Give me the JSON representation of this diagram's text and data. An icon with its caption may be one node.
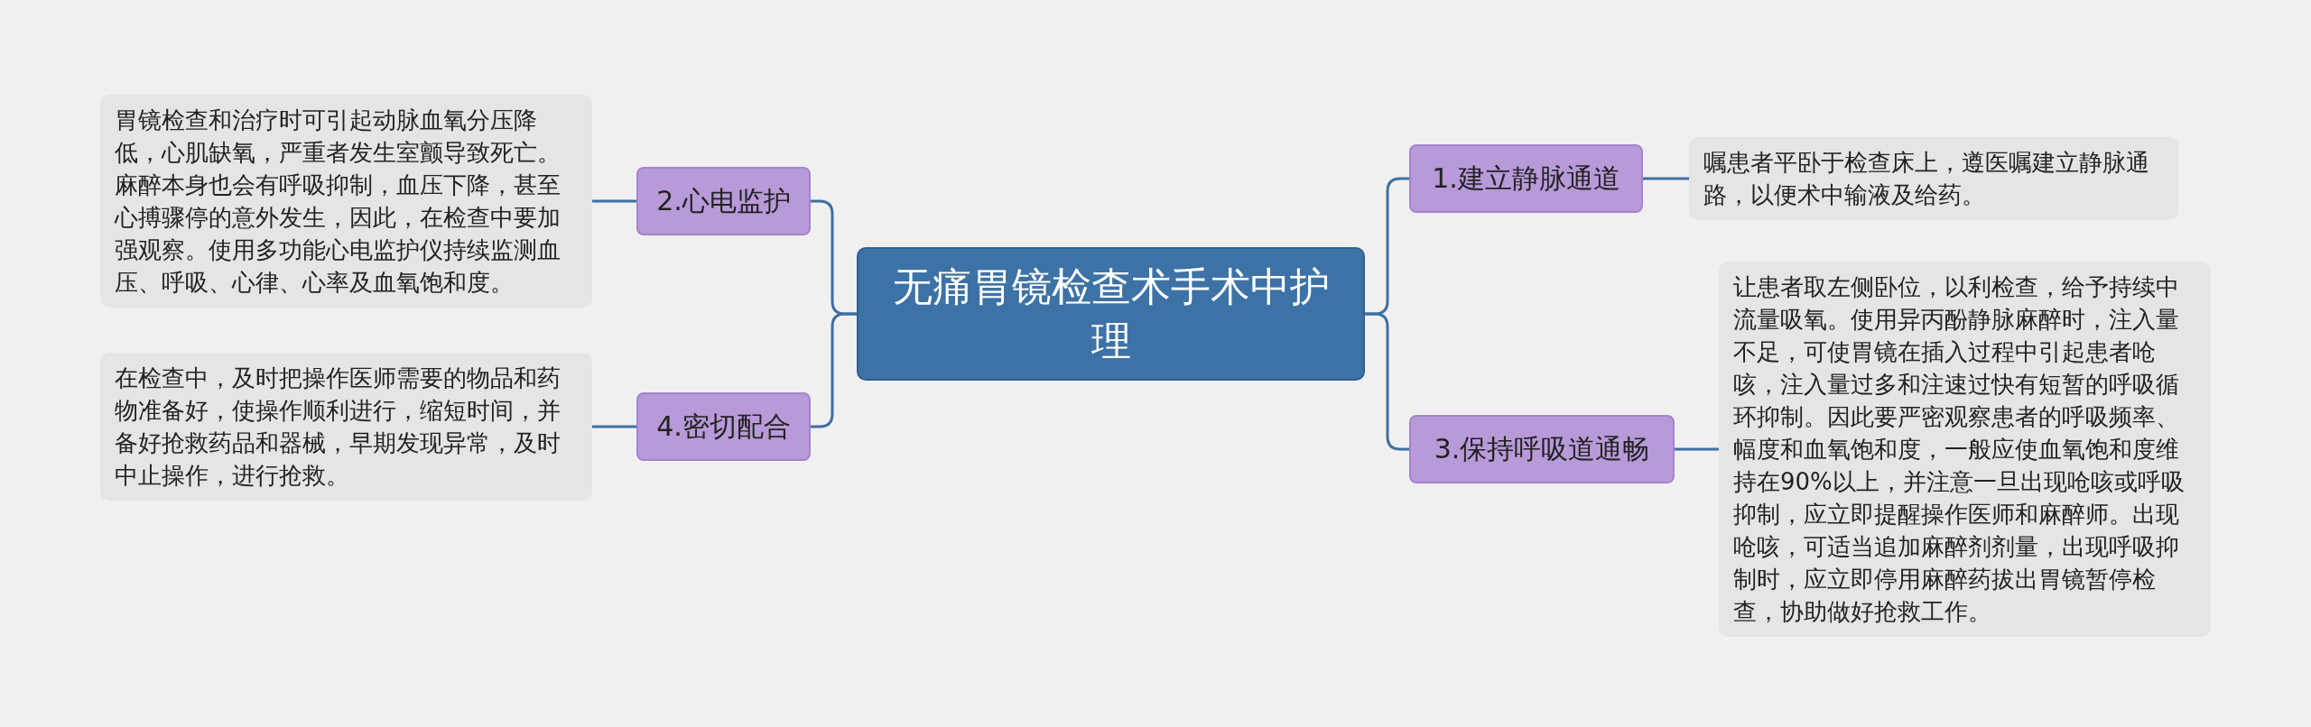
{
  "diagram": {
    "nodes": [
      {
        "text": [
          "无痛胃镜检查术手术中护理"
        ]
      },
      {
        "text": [
          "1.建立静脉通道"
        ]
      },
      {
        "text": [
          "嘱患者平卧于检查床上，遵医嘱建立静脉通路，以便术中输液及给药。"
        ]
      },
      {
        "text": [
          "2.心电监护"
        ]
      },
      {
        "text": [
          "胃镜检查和治疗时可引起动脉血氧分压降低，心肌缺氧，严重者发生室颤导致死亡。麻醉本身也会有呼吸抑制，血压下降，甚至心搏骤停的意外发生，因此，在检查中要加强观察。使用多功能心电监护仪持续监测血压、呼吸、心律、心率及血氧饱和度。"
        ]
      },
      {
        "text": [
          "3.保持呼吸道通畅"
        ]
      },
      {
        "text": [
          "让患者取左侧卧位，以利检查，给予持续中流量吸氧。使用异丙酚静脉麻醉时，注入量不足，可使胃镜在插入过程中引起患者呛咳，注入量过多和注速过快有短暂的呼吸循环抑制。因此要严密观察患者的呼吸频率、幅度和血氧饱和度，一般应使血氧饱和度维持在90%以上，并注意一旦出现呛咳或呼吸抑制，应立即提醒操作医师和麻醉师。出现呛咳，可适当追加麻醉剂剂量，出现呼吸抑制时，应立即停用麻醉药拔出胃镜暂停检查，协助做好抢救工作。"
        ]
      },
      {
        "text": [
          "4.密切配合"
        ]
      },
      {
        "text": [
          "在检查中，及时把操作医师需要的物品和药物准备好，使操作顺利进行，缩短时间，并备好抢救药品和器械，早期发现异常，及时中止操作，进行抢救。"
        ]
      }
    ],
    "edges": [
      {
        "from": 0,
        "to": 1,
        "arrow": "none"
      },
      {
        "from": 1,
        "to": 2,
        "arrow": "none"
      },
      {
        "from": 0,
        "to": 3,
        "arrow": "none"
      },
      {
        "from": 3,
        "to": 4,
        "arrow": "none"
      },
      {
        "from": 0,
        "to": 5,
        "arrow": "none"
      },
      {
        "from": 5,
        "to": 6,
        "arrow": "none"
      },
      {
        "from": 0,
        "to": 7,
        "arrow": "none"
      },
      {
        "from": 7,
        "to": 8,
        "arrow": "none"
      }
    ]
  }
}
